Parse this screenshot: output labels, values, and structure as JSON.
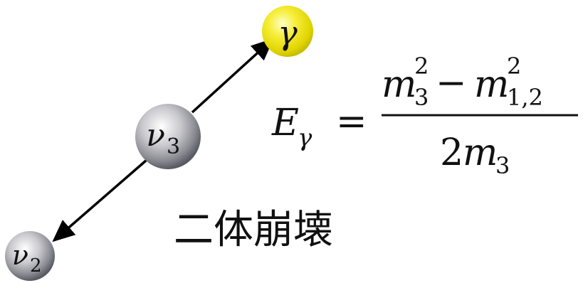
{
  "particles": {
    "photon": {
      "symbol": "γ",
      "color": "#f2ea10"
    },
    "nu3": {
      "symbol": "ν",
      "subscript": "3"
    },
    "nu2": {
      "symbol": "ν",
      "subscript": "2"
    }
  },
  "formula": {
    "lhs_symbol": "E",
    "lhs_subscript": "γ",
    "equals": "=",
    "num_term1": "m",
    "num_term1_sub": "3",
    "num_term1_sup": "2",
    "minus": "−",
    "num_term2": "m",
    "num_term2_sub": "1,2",
    "num_term2_sup": "2",
    "den_coeff": "2",
    "den_term": "m",
    "den_term_sub": "3"
  },
  "caption": "二体崩壊"
}
